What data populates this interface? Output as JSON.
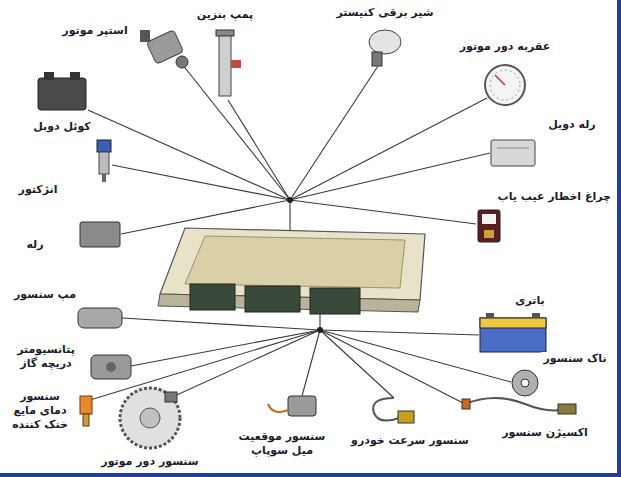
{
  "diagram": {
    "labels": [
      "استپر موتور",
      "پمپ بنزین",
      "شیر برقی کنیستر",
      "عقربه دور موتور",
      "کوئل دوبل",
      "رله دوبل",
      "انژکتور",
      "چراغ اخطار عیب یاب",
      "رله",
      "مپ سنسور",
      "باتری",
      "پتانسیومتر دریچه گاز",
      "ناک سنسور",
      "سنسور دمای مایع خنک کننده",
      "اکسیژن سنسور",
      "سنسور سرعت خودرو",
      "سنسور موقعیت میل سوپاپ",
      "سنسور دور موتور"
    ]
  }
}
